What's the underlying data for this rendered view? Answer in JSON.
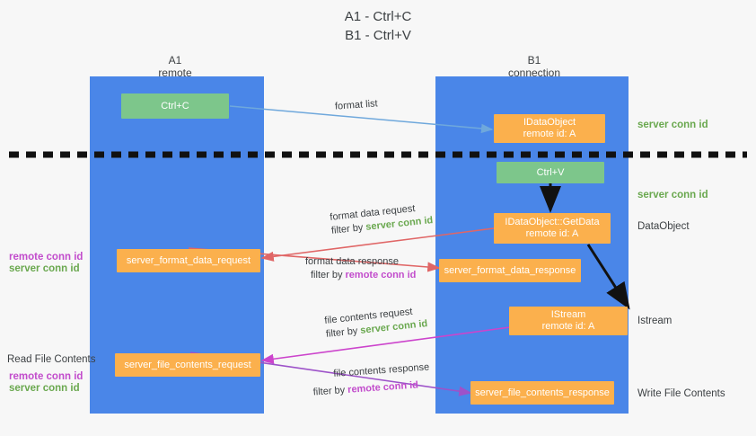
{
  "title": "A1 - Ctrl+C\nB1 - Ctrl+V",
  "columns": [
    {
      "name": "A1",
      "sub": "remote"
    },
    {
      "name": "B1",
      "sub": "connection"
    }
  ],
  "nodes": {
    "ctrl_c": "Ctrl+C",
    "ctrl_v": "Ctrl+V",
    "idataobject_line1": "IDataObject",
    "idataobject_line2": "remote id: A",
    "getdata_line1": "IDataObject::GetData",
    "getdata_line2": "remote id: A",
    "istream_line1": "IStream",
    "istream_line2": "remote id: A",
    "server_format_data_request": "server_format_data_request",
    "server_format_data_response": "server_format_data_response",
    "server_file_contents_request": "server_file_contents_request",
    "server_file_contents_response": "server_file_contents_response"
  },
  "edge_labels": {
    "format_list": "format list",
    "format_data_request": "format data request",
    "format_data_request_filter_prefix": "filter by ",
    "format_data_request_filter_value": "server conn id",
    "format_data_response": "format data response",
    "format_data_response_filter_prefix": "filter by ",
    "format_data_response_filter_value": "remote conn id",
    "file_contents_request": "file contents request",
    "file_contents_request_filter_prefix": "filter by ",
    "file_contents_request_filter_value": "server conn id",
    "file_contents_response": "file contents response",
    "file_contents_response_filter_prefix": "filter by ",
    "file_contents_response_filter_value": "remote conn id"
  },
  "right_labels": {
    "server_conn_id_top": "server conn id",
    "server_conn_id_second": "server conn id",
    "dataobject": "DataObject",
    "istream": "Istream",
    "write_file_contents": "Write File Contents"
  },
  "left_labels": {
    "remote_conn_id_top": "remote conn id",
    "server_conn_id_top": "server conn id",
    "read_file_contents": "Read File Contents",
    "remote_conn_id_bottom": "remote conn id",
    "server_conn_id_bottom": "server conn id"
  },
  "colors": {
    "lane": "#4a86e8",
    "node_green": "#7dc68b",
    "node_orange": "#fbb04d",
    "server_conn_id": "#6aa84f",
    "remote_conn_id": "#c24ccc",
    "arrow_blue": "#6fa8dc",
    "arrow_red": "#e06666",
    "arrow_magenta": "#cc44cc",
    "arrow_purple": "#9d52c9",
    "arrow_black": "#000000",
    "background": "#f7f7f7"
  }
}
